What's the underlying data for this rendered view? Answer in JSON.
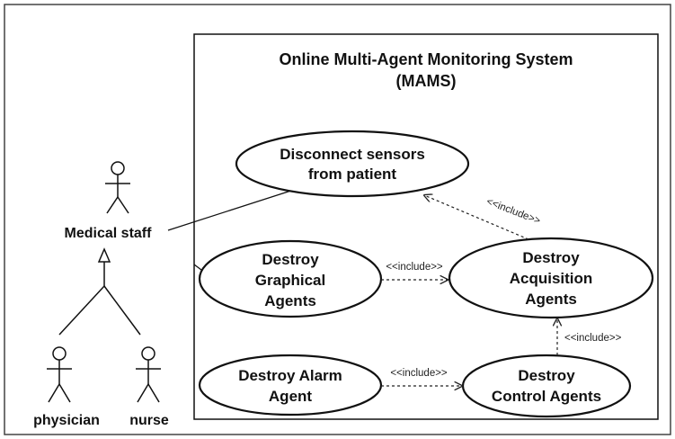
{
  "system": {
    "title_line1": "Online Multi-Agent Monitoring System",
    "title_line2": "(MAMS)"
  },
  "actors": {
    "medical_staff": "Medical staff",
    "physician": "physician",
    "nurse": "nurse"
  },
  "use_cases": {
    "disconnect": {
      "line1": "Disconnect sensors",
      "line2": "from patient"
    },
    "graphical": {
      "line1": "Destroy",
      "line2": "Graphical",
      "line3": "Agents"
    },
    "acquisition": {
      "line1": "Destroy",
      "line2": "Acquisition",
      "line3": "Agents"
    },
    "alarm": {
      "line1": "Destroy Alarm",
      "line2": "Agent"
    },
    "control": {
      "line1": "Destroy",
      "line2": "Control Agents"
    }
  },
  "relations": {
    "acq_to_disconnect": "<<include>>",
    "graphical_to_acq": "<<include>>",
    "control_to_acq": "<<include>>",
    "alarm_to_control": "<<include>>"
  }
}
